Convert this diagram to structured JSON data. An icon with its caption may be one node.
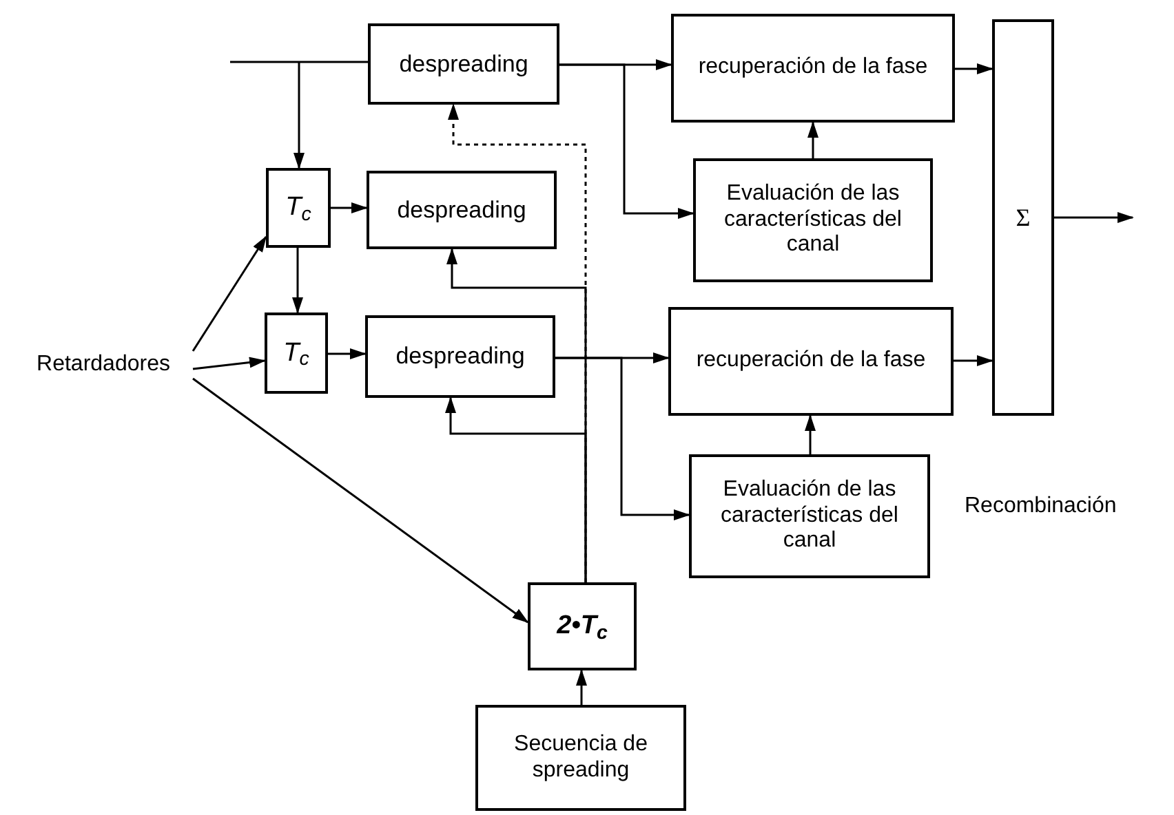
{
  "diagram": {
    "nodes": [
      {
        "text": [
          "despreading"
        ]
      },
      {
        "text": [
          "T$_{c}$"
        ]
      },
      {
        "text": [
          "despreading"
        ]
      },
      {
        "text": [
          "T$_{c}$"
        ]
      },
      {
        "text": [
          "despreading"
        ]
      },
      {
        "text": [
          "recuperación de la fase"
        ]
      },
      {
        "text": [
          "Evaluación de las características del canal"
        ]
      },
      {
        "text": [
          "recuperación de la fase"
        ]
      },
      {
        "text": [
          "Evaluación de las características del canal"
        ]
      },
      {
        "text": [
          "Σ"
        ]
      },
      {
        "text": [
          "Retardadores"
        ]
      },
      {
        "text": [
          "2•T$_{c}$"
        ]
      },
      {
        "text": [
          "Secuencia de spreading"
        ]
      }
    ],
    "edges": [
      {
        "from": null,
        "to": 0,
        "arrow": "none"
      },
      {
        "from": null,
        "to": 1,
        "arrow": "to"
      },
      {
        "from": 1,
        "to": 2,
        "arrow": "to"
      },
      {
        "from": 1,
        "to": 3,
        "arrow": "to"
      },
      {
        "from": 3,
        "to": 4,
        "arrow": "to"
      },
      {
        "from": 10,
        "to": 1,
        "arrow": "to"
      },
      {
        "from": 10,
        "to": 3,
        "arrow": "to"
      },
      {
        "from": 10,
        "to": 11,
        "arrow": "to"
      },
      {
        "from": 0,
        "to": 5,
        "arrow": "to"
      },
      {
        "from": 0,
        "to": 6,
        "arrow": "to"
      },
      {
        "from": 6,
        "to": 5,
        "arrow": "to"
      },
      {
        "from": 4,
        "to": 7,
        "arrow": "to"
      },
      {
        "from": 4,
        "to": 8,
        "arrow": "to"
      },
      {
        "from": 8,
        "to": 7,
        "arrow": "to"
      },
      {
        "from": 5,
        "to": 9,
        "arrow": "to"
      },
      {
        "from": 7,
        "to": 9,
        "arrow": "to"
      },
      {
        "from": 9,
        "to": null,
        "arrow": "to"
      },
      {
        "from": 12,
        "to": 11,
        "arrow": "to"
      },
      {
        "from": 11,
        "to": 4,
        "arrow": "to"
      },
      {
        "from": 11,
        "to": 2,
        "arrow": "to"
      },
      {
        "from": 11,
        "to": 0,
        "arrow": "to",
        "style": "dashed"
      }
    ],
    "labels": [
      "Recombinación"
    ]
  }
}
